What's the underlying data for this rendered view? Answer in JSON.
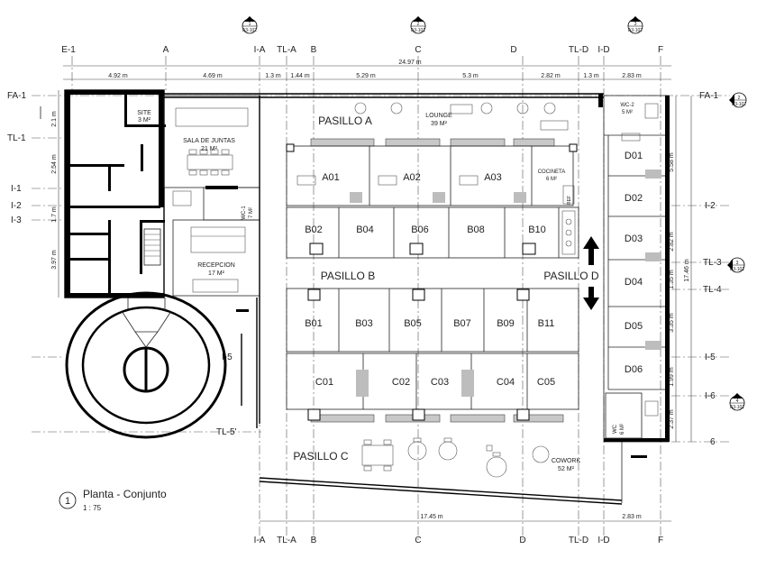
{
  "drawing": {
    "title": "Planta - Conjunto",
    "view_number": "1",
    "scale": "1 : 75"
  },
  "grid_top": [
    "E-1",
    "A",
    "I-A",
    "TL-A",
    "B",
    "C",
    "D",
    "TL-D",
    "I-D",
    "F"
  ],
  "grid_bottom": [
    "I-A",
    "TL-A",
    "B",
    "C",
    "D",
    "TL-D",
    "I-D",
    "F"
  ],
  "grid_left": [
    "FA-1",
    "TL-1",
    "I-1",
    "I-2",
    "I-3",
    "TL-5'"
  ],
  "grid_right": [
    "FA-1",
    "I-2",
    "TL-3",
    "TL-4",
    "I-5",
    "I-6",
    "6"
  ],
  "grid_left_extra": [
    "I-5"
  ],
  "section_markers": [
    {
      "num": "1",
      "sheet": "A3-102"
    },
    {
      "num": "2",
      "sheet": "A3-101"
    },
    {
      "num": "3",
      "sheet": "A3-102"
    },
    {
      "num": "2",
      "sheet": "A3-102"
    },
    {
      "num": "3",
      "sheet": "A3-101"
    },
    {
      "num": "4",
      "sheet": "A3-101"
    }
  ],
  "dims_top": [
    "4.92 m",
    "4.69 m",
    "1.3 m",
    "1.44 m",
    "5.29 m",
    "5.3 m",
    "2.82 m",
    "1.3 m",
    "2.83 m"
  ],
  "dim_overall_top": "24.97 m",
  "dims_left": [
    "2.1 m",
    "2.54 m",
    "1.7 m",
    "3.97 m"
  ],
  "dims_right": [
    "5.58 m",
    "2.82 m",
    "1.35 m",
    "3.35 m",
    "1.99 m",
    "2.37 m"
  ],
  "dim_overall_right": "17.46 m",
  "dims_bottom": [
    "17.45 m",
    "2.83 m"
  ],
  "rooms_labeled": {
    "site": {
      "name": "SITE",
      "area": "3 M²"
    },
    "sala": {
      "name": "SALA DE JUNTAS",
      "area": "21 M²"
    },
    "lounge": {
      "name": "LOUNGE",
      "area": "39 M²"
    },
    "wc2": {
      "name": "WC-2",
      "area": "5 M²"
    },
    "wc1": {
      "name": "WC-1",
      "area": "7 M²"
    },
    "recepcion": {
      "name": "RECEPCION",
      "area": "17 M²"
    },
    "cocineta": {
      "name": "COCINETA",
      "area": "6 M²"
    },
    "wc": {
      "name": "WC",
      "area": "6 M²"
    },
    "cowork": {
      "name": "COWORK",
      "area": "52 M²"
    },
    "ref": "REF"
  },
  "corridors": {
    "a": "PASILLO A",
    "b": "PASILLO B",
    "c": "PASILLO C",
    "d": "PASILLO D"
  },
  "offices": {
    "row_a": [
      "A01",
      "A02",
      "A03"
    ],
    "row_b_top": [
      "B02",
      "B04",
      "B06",
      "B08",
      "B10"
    ],
    "row_b_bottom": [
      "B01",
      "B03",
      "B05",
      "B07",
      "B09",
      "B11"
    ],
    "row_c": [
      "C01",
      "C02",
      "C03",
      "C04",
      "C05"
    ],
    "row_d": [
      "D01",
      "D02",
      "D03",
      "D04",
      "D05",
      "D06"
    ]
  }
}
